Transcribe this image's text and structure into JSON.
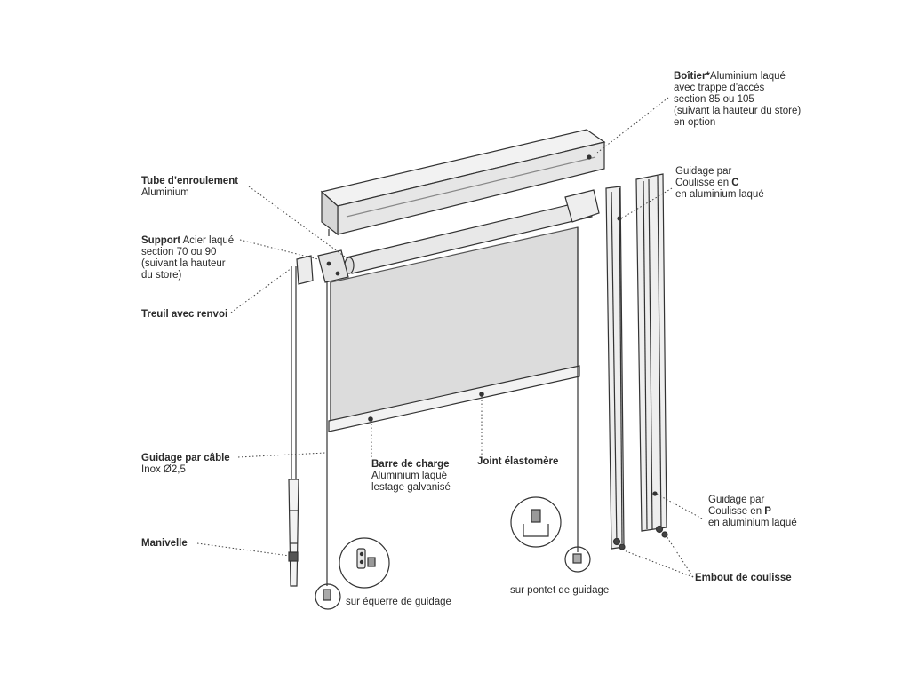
{
  "labels": {
    "boitier": {
      "title": "Boîtier*",
      "line1_rest": "Aluminium laqué",
      "line2": "avec trappe d’accès",
      "line3": "section 85 ou 105",
      "line4": "(suivant la hauteur du store)",
      "line5": "en option"
    },
    "tube": {
      "title": "Tube d’enroulement",
      "line2": "Aluminium"
    },
    "support": {
      "title": "Support",
      "line1_rest": " Acier laqué",
      "line2": "section 70 ou 90",
      "line3": "(suivant la hauteur",
      "line4": "du store)"
    },
    "treuil": {
      "title": "Treuil avec renvoi"
    },
    "guidage_cable": {
      "title": "Guidage par câble",
      "line2": "Inox Ø2,5"
    },
    "manivelle": {
      "title": "Manivelle"
    },
    "barre": {
      "title": "Barre de charge",
      "line2": "Aluminium laqué",
      "line3": "lestage galvanisé"
    },
    "joint": {
      "title": "Joint élastomère"
    },
    "guidage_c": {
      "line1": "Guidage par",
      "line2_pre": "Coulisse en ",
      "line2_bold": "C",
      "line3": "en aluminium laqué"
    },
    "guidage_p": {
      "line1": "Guidage par",
      "line2_pre": "Coulisse en ",
      "line2_bold": "P",
      "line3": "en aluminium laqué"
    },
    "embout": {
      "title": "Embout de coulisse"
    },
    "equerre": {
      "text": "sur équerre de guidage"
    },
    "pontet": {
      "text": "sur pontet de guidage"
    }
  }
}
